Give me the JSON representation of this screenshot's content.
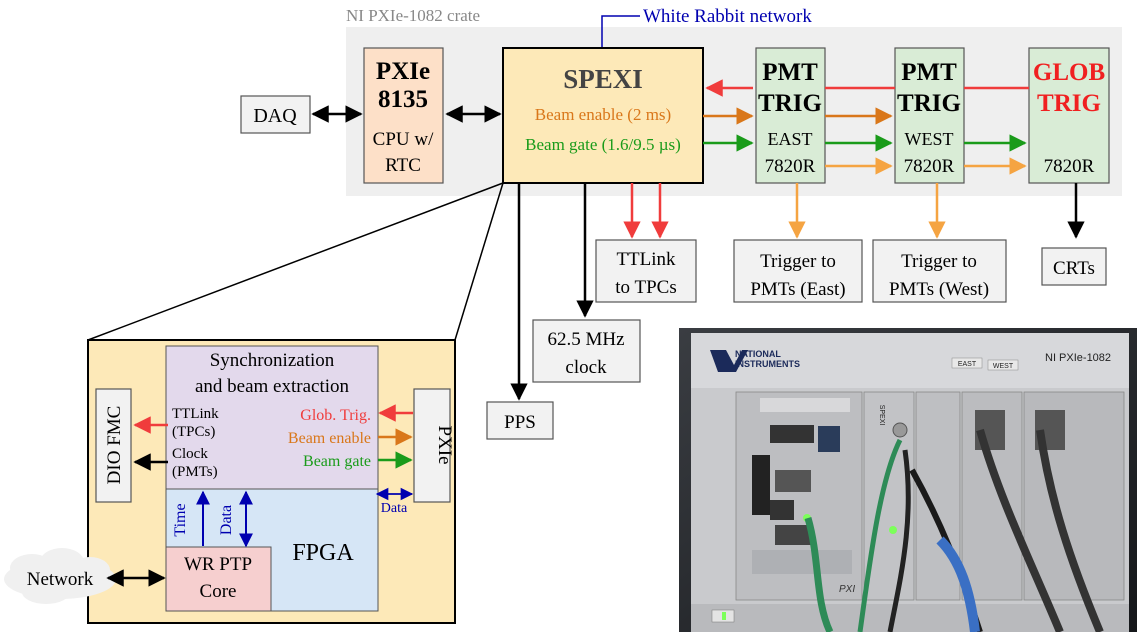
{
  "crate_label": "NI PXIe-1082 crate",
  "network_label": "White Rabbit network",
  "daq": "DAQ",
  "cpu": {
    "l1": "PXIe",
    "l2": "8135",
    "l3": "CPU w/",
    "l4": "RTC"
  },
  "spexi": {
    "title": "SPEXI",
    "enable": "Beam enable (2 ms)",
    "gate": "Beam gate (1.6/9.5 µs)"
  },
  "pmt_east": {
    "l1": "PMT",
    "l2": "TRIG",
    "l3": "EAST",
    "l4": "7820R"
  },
  "pmt_west": {
    "l1": "PMT",
    "l2": "TRIG",
    "l3": "WEST",
    "l4": "7820R"
  },
  "glob": {
    "l1": "GLOB",
    "l2": "TRIG",
    "l3": "7820R"
  },
  "ttlink": {
    "l1": "TTLink",
    "l2": "to TPCs"
  },
  "clock": {
    "l1": "62.5 MHz",
    "l2": "clock"
  },
  "pps": "PPS",
  "trig_east": {
    "l1": "Trigger to",
    "l2": "PMTs (East)"
  },
  "trig_west": {
    "l1": "Trigger to",
    "l2": "PMTs (West)"
  },
  "crts": "CRTs",
  "detail": {
    "sync_l1": "Synchronization",
    "sync_l2": "and beam extraction",
    "ttlink_l1": "TTLink",
    "ttlink_l2": "(TPCs)",
    "clock_l1": "Clock",
    "clock_l2": "(PMTs)",
    "glob_trig": "Glob. Trig.",
    "beam_enable": "Beam enable",
    "beam_gate": "Beam gate",
    "dio": "DIO FMC",
    "pxie": "PXIe",
    "data_h": "Data",
    "time": "Time",
    "data_v": "Data",
    "fpga": "FPGA",
    "wr_l1": "WR PTP",
    "wr_l2": "Core",
    "network": "Network"
  },
  "photo": {
    "ni_l1": "NATIONAL",
    "ni_l2": "INSTRUMENTS",
    "model": "NI PXIe-1082",
    "east": "EAST",
    "west": "WEST",
    "spexi": "SPEXI",
    "pxi": "PXI"
  },
  "colors": {
    "red": "#f03c3c",
    "orange": "#d9771a",
    "orange_light": "#f5a442",
    "green": "#1a9b1a",
    "blue": "#0000b0",
    "spexi_fill": "#fde9b8",
    "cpu_fill": "#fde0c8",
    "pmt_fill": "#d9ecd6",
    "crate_fill": "#efefef",
    "sync_fill": "#e3d9ec",
    "fpga_fill": "#d6e6f6",
    "wr_fill": "#f6cfcf"
  }
}
